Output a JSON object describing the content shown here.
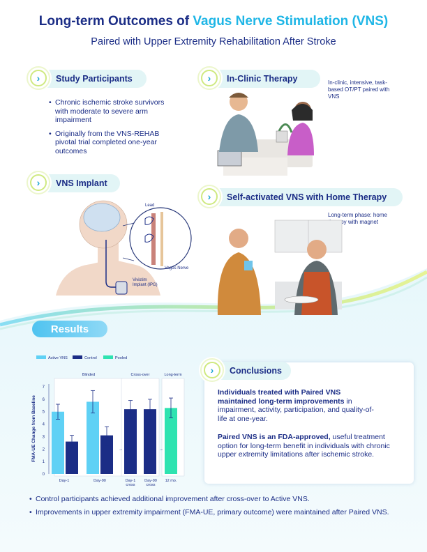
{
  "title": {
    "part1": "Long-term Outcomes of ",
    "part2": "Vagus Nerve Stimulation (VNS)"
  },
  "subtitle": "Paired with Upper Extremity Rehabilitation After Stroke",
  "colors": {
    "navy": "#1b2d86",
    "active": "#5fd1f5",
    "control": "#1b2d86",
    "pooled": "#2ee3b0",
    "accent": "#1fb6e6"
  },
  "participants": {
    "heading": "Study Participants",
    "bullets": [
      "Chronic ischemic stroke survivors with moderate to severe arm impairment",
      "Originally from the VNS-REHAB pivotal trial completed one-year outcomes"
    ]
  },
  "clinic": {
    "heading": "In-Clinic Therapy",
    "note": "In-clinic, intensive, task-based OT/PT paired with VNS"
  },
  "implant": {
    "heading": "VNS Implant",
    "lead": "Lead",
    "vagus": "Vagus Nerve",
    "device": "Vivistim Implant (IPG)"
  },
  "home": {
    "heading": "Self-activated VNS with Home Therapy",
    "note": "Long-term phase: home therapy with magnet swipe"
  },
  "results": {
    "label": "Results"
  },
  "chart_data": {
    "type": "bar",
    "ylabel": "FMA-UE Change from Baseline",
    "ylim": [
      0,
      7
    ],
    "yticks": [
      0,
      1,
      2,
      3,
      4,
      5,
      6,
      7
    ],
    "legend": [
      "Active VNS",
      "Control",
      "Pooled"
    ],
    "legend_position": "top-left",
    "panels": [
      "Blinded",
      "Cross-over",
      "Long-term"
    ],
    "categories": [
      "Day-1",
      "Day-90",
      "Day-1 cross",
      "Day-90 cross",
      "12 mo."
    ],
    "bars": [
      {
        "category": "Day-1",
        "series": "Active VNS",
        "value": 5.0,
        "err": [
          4.4,
          5.6
        ]
      },
      {
        "category": "Day-1",
        "series": "Control",
        "value": 2.6,
        "err": [
          2.1,
          3.1
        ]
      },
      {
        "category": "Day-90",
        "series": "Active VNS",
        "value": 5.8,
        "err": [
          4.9,
          6.7
        ]
      },
      {
        "category": "Day-90",
        "series": "Control",
        "value": 3.1,
        "err": [
          2.3,
          3.8
        ]
      },
      {
        "category": "Day-1 cross",
        "series": "Control",
        "value": 5.2,
        "err": [
          4.5,
          5.9
        ]
      },
      {
        "category": "Day-90 cross",
        "series": "Control",
        "value": 5.2,
        "err": [
          4.4,
          6.0
        ]
      },
      {
        "category": "12 mo.",
        "series": "Pooled",
        "value": 5.3,
        "err": [
          4.5,
          6.1
        ]
      }
    ]
  },
  "conclusions": {
    "heading": "Conclusions",
    "p1_bold": "Individuals treated with Paired VNS maintained long-term improvements",
    "p1_rest": "in impairment, activity, participation, and quality-of-life at one-year.",
    "p2_bold": "Paired VNS is an FDA-approved,",
    "p2_rest": "useful treatment option for long-term benefit in individuals with chronic upper extremity limitations after ischemic stroke."
  },
  "bottom_bullets": [
    "Control participants achieved additional improvement after cross-over to Active VNS.",
    "Improvements in upper extremity impairment (FMA-UE, primary outcome) were maintained after Paired VNS."
  ]
}
